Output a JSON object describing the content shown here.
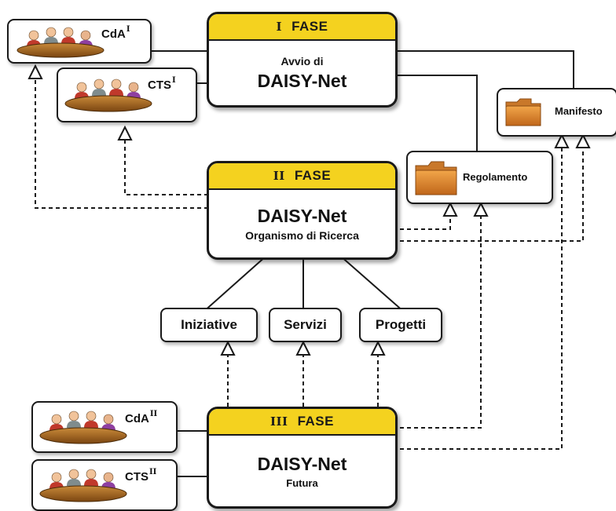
{
  "phases": {
    "phase1": {
      "roman": "I",
      "label": "FASE",
      "line1": "Avvio di",
      "line2": "DAISY-Net"
    },
    "phase2": {
      "roman": "II",
      "label": "FASE",
      "line1": "DAISY-Net",
      "line2": "Organismo di Ricerca"
    },
    "phase3": {
      "roman": "III",
      "label": "FASE",
      "line1": "DAISY-Net",
      "line2": "Futura"
    }
  },
  "groups": {
    "cda1": {
      "label": "CdA",
      "sup": "I"
    },
    "cts1": {
      "label": "CTS",
      "sup": "I"
    },
    "cda2": {
      "label": "CdA",
      "sup": "II"
    },
    "cts2": {
      "label": "CTS",
      "sup": "II"
    }
  },
  "documents": {
    "manifesto": "Manifesto",
    "regolamento": "Regolamento"
  },
  "leaves": {
    "iniziative": "Iniziative",
    "servizi": "Servizi",
    "progetti": "Progetti"
  },
  "colors": {
    "phase_header": "#f4d21f",
    "table": "#a8641a",
    "folder": "#e08a2a",
    "line": "#1a1a1a"
  },
  "icons": {
    "meeting": "meeting-table-icon",
    "folder": "folder-icon"
  }
}
